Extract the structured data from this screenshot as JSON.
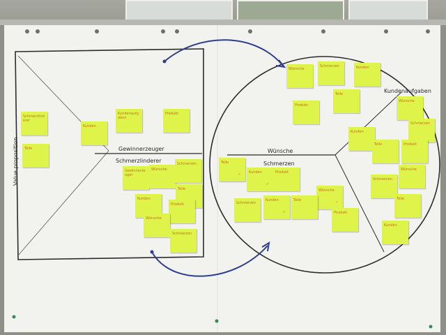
{
  "scene": {
    "description_colors": {
      "wall": "#9c9d95",
      "paper": "#f2f3ef",
      "note": "#dff44a",
      "note_ink": "#cc6d1b",
      "arrow": "#2e3e8c"
    }
  },
  "labels": {
    "value_proposition_left": "Value proposition",
    "customer_tasks": "Kundenaufgaben",
    "wishes": "Wünsche",
    "pains_right": "Schmerzen",
    "gain_creators": "Gewinnerzeuger",
    "pain_relievers_left": "Schmerzlinderer",
    "pain_relievers": "Schmerzlinderer"
  },
  "notes": {
    "n1": "Schmerzlinderer",
    "n2": "Teile",
    "n3": "Kunden",
    "n4": "Kundenaufgaben",
    "n5": "Produkt",
    "n6": "Gewinnerzeuger",
    "n7": "Wünsche",
    "n8": "Schmerzen",
    "n9": "Teile",
    "n10": "Kunden",
    "n11": "Produkt",
    "n12": "Wünsche",
    "n13": "Schmerzen",
    "n14": "Teile",
    "n15": "Kunden",
    "n16": "Produkt",
    "n17": "Wünsche",
    "n18": "Schmerzen",
    "n19": "Kunden",
    "n20": "Teile",
    "n21": "Produkt",
    "n22": "Wünsche",
    "n23": "Schmerzen",
    "n24": "Kunden",
    "n25": "Teile",
    "n26": "Produkt",
    "n27": "Wünsche",
    "n28": "Schmerzen",
    "n29": "Kunden",
    "n30": "Teile",
    "n31": "Produkt",
    "n32": "Wünsche",
    "n33": "Schmerzen",
    "n34": "Teile",
    "n35": "Kunden"
  }
}
